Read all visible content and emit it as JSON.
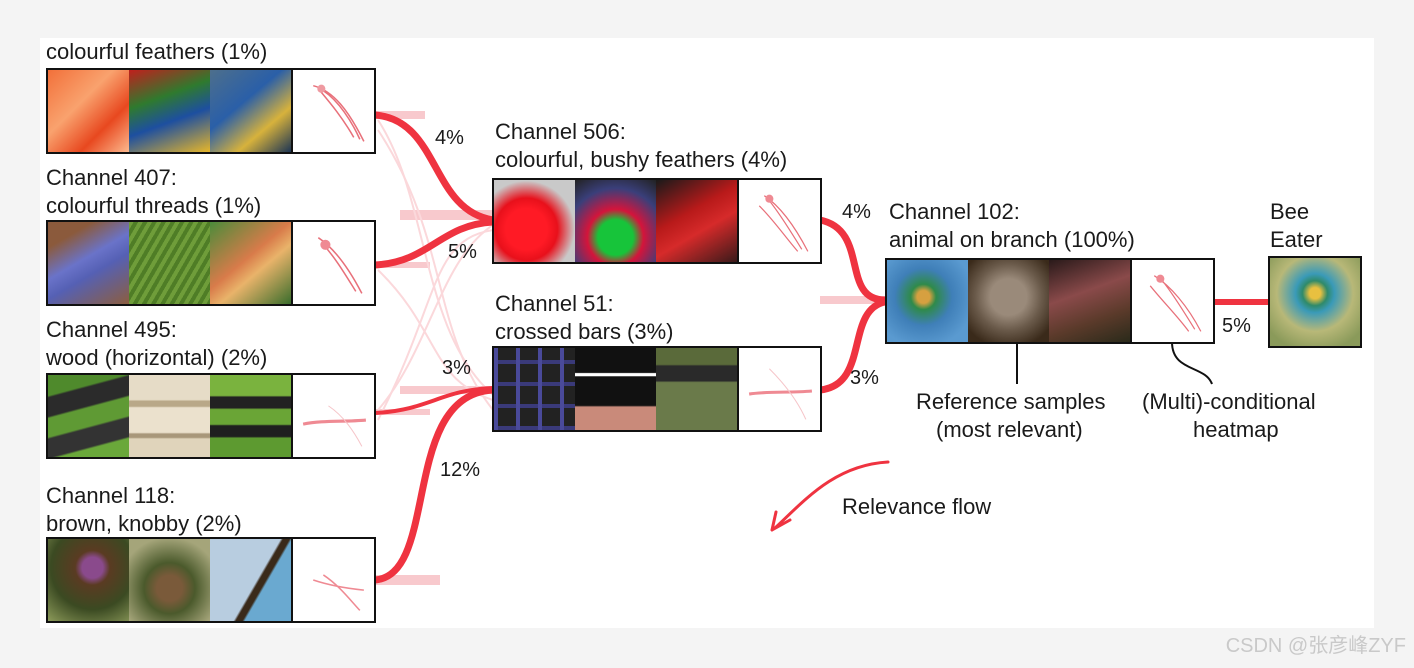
{
  "channels": {
    "c1": {
      "line1": "colourful feathers (1%)",
      "line2": "",
      "flow_pct": "4%"
    },
    "c407": {
      "line1": "Channel 407:",
      "line2": "colourful threads  (1%)",
      "flow_pct": "5%"
    },
    "c495": {
      "line1": "Channel 495:",
      "line2": "wood (horizontal) (2%)",
      "flow_pct": "3%"
    },
    "c118": {
      "line1": "Channel 118:",
      "line2": "brown, knobby (2%)",
      "flow_pct": "12%"
    },
    "c506": {
      "line1": "Channel 506:",
      "line2": "colourful, bushy feathers (4%)",
      "flow_pct": "4%"
    },
    "c51": {
      "line1": "Channel 51:",
      "line2": "crossed bars (3%)",
      "flow_pct": "3%"
    },
    "c102": {
      "line1": "Channel 102:",
      "line2": "animal on branch (100%)",
      "flow_pct": "5%"
    }
  },
  "output": {
    "line1": "Bee",
    "line2": "Eater"
  },
  "annotations": {
    "reference_line1": "Reference samples",
    "reference_line2": "(most relevant)",
    "heatmap_line1": "(Multi)-conditional",
    "heatmap_line2": "heatmap",
    "relevance_flow": "Relevance flow"
  },
  "watermark": "CSDN @张彦峰ZYF",
  "colors": {
    "flow": "#ef3340",
    "flow_light": "#f7b8bd",
    "border": "#111111"
  }
}
